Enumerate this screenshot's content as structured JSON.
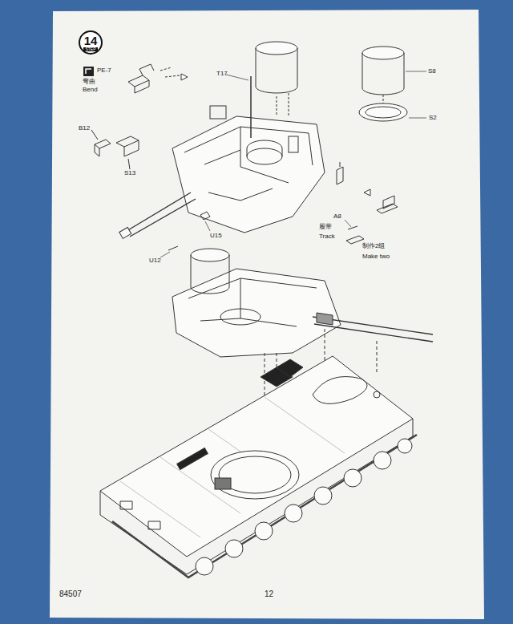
{
  "diagram": {
    "nodes": [
      {
        "text": [
          "14",
          "STEP"
        ]
      }
    ],
    "labels": [
      "PE-7",
      "弯曲",
      "Bend",
      "T17",
      "B12",
      "S13",
      "S8",
      "S2",
      "U15",
      "U12",
      "A8",
      "履带",
      "Track",
      "制作2组",
      "Make two",
      "84507",
      "12"
    ]
  }
}
